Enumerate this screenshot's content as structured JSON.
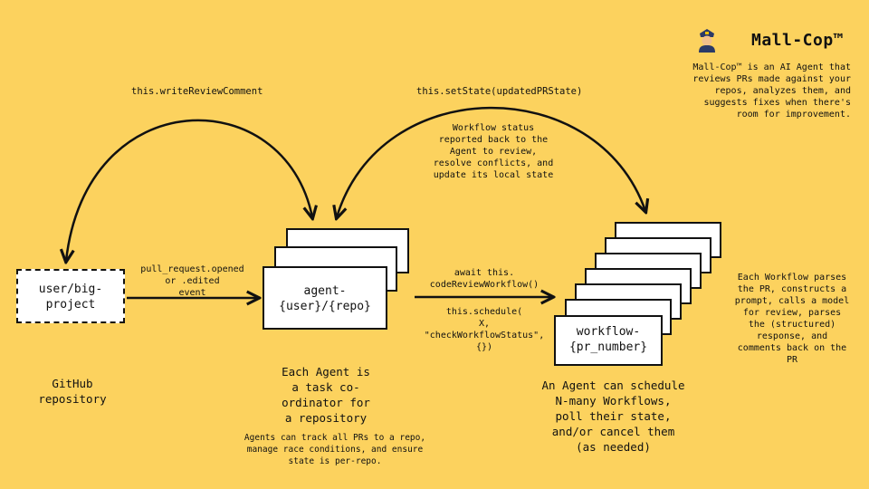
{
  "header": {
    "icon": "police-officer-icon",
    "title": "Mall-Cop™",
    "description": "Mall-Cop™ is an AI Agent that\nreviews PRs made against your\nrepos, analyzes them, and\nsuggests fixes when there's\nroom for improvement."
  },
  "arcs": {
    "write_review": "this.writeReviewComment",
    "set_state": "this.setState(updatedPRState)",
    "workflow_status": "Workflow status\nreported back to the\nAgent to review,\nresolve conflicts, and\nupdate its local state"
  },
  "repo": {
    "box_label": "user/big-\nproject",
    "caption": "GitHub\nrepository"
  },
  "event_label": "pull_request.opened\nor .edited\nevent",
  "agent": {
    "box_label": "agent-\n{user}/{repo}",
    "caption": "Each Agent is\na task co-\nordinator for\na repository",
    "note": "Agents can track all PRs to a repo,\nmanage race conditions, and ensure\nstate is per-repo."
  },
  "await_label": "await this.\ncodeReviewWorkflow()",
  "schedule_label": "this.schedule(\nX,\n\"checkWorkflowStatus\",\n{})",
  "workflow": {
    "box_label": "workflow-\n{pr_number}",
    "caption": "An Agent can schedule\nN-many Workflows,\npoll their state,\nand/or cancel them\n(as needed)",
    "note": "Each Workflow parses\nthe PR, constructs a\nprompt, calls a model\nfor review, parses\nthe (structured)\nresponse, and\ncomments back on the\nPR"
  },
  "colors": {
    "background": "#FCD25E",
    "stroke": "#111111",
    "box_fill": "#FFFFFF"
  }
}
